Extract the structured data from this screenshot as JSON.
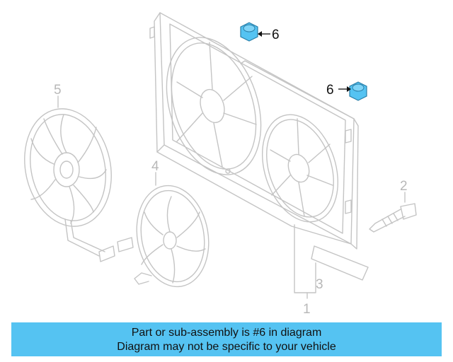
{
  "diagram": {
    "callouts": {
      "c1": "1",
      "c2": "2",
      "c3": "3",
      "c4": "4",
      "c5": "5",
      "c6a": "6",
      "c6b": "6"
    },
    "colors": {
      "line": "#c4c4c4",
      "highlight": "#55c3f2",
      "arrow": "#111111"
    }
  },
  "banner": {
    "line1": "Part or sub-assembly is #6 in diagram",
    "line2": "Diagram may not be specific to your vehicle"
  }
}
